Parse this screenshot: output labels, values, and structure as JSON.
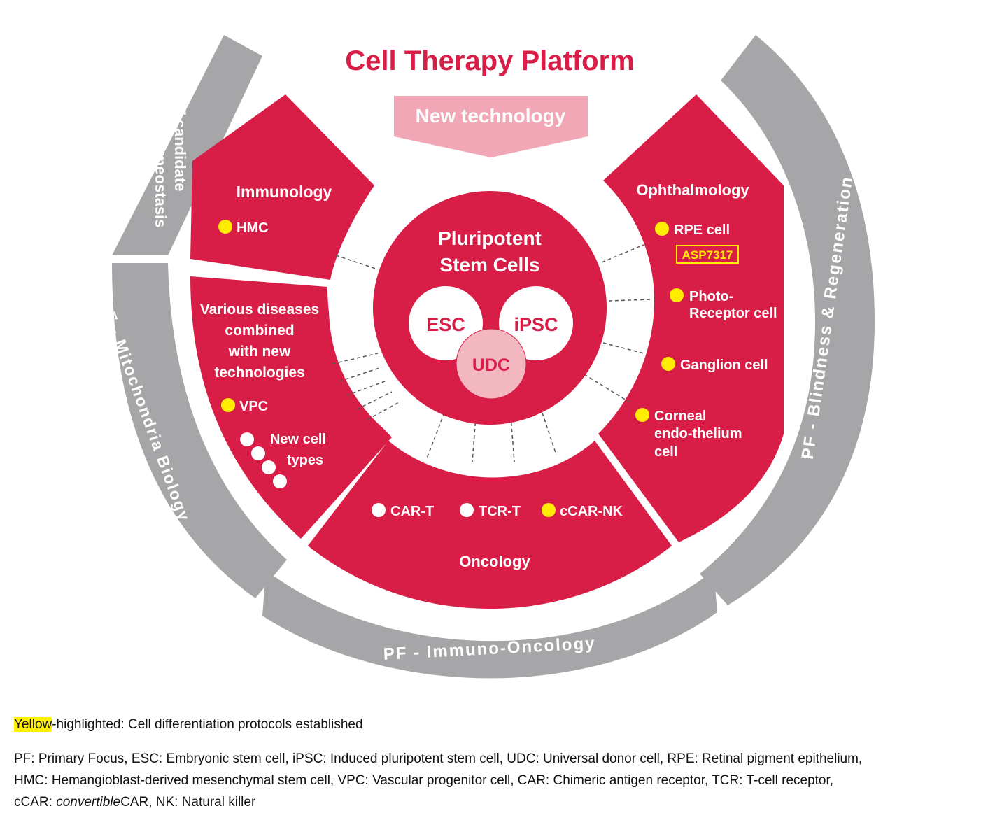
{
  "title": "Cell Therapy Platform",
  "new_technology": "New technology",
  "center": {
    "title_line1": "Pluripotent",
    "title_line2": "Stem Cells",
    "cells": [
      "ESC",
      "iPSC",
      "UDC"
    ]
  },
  "sectors": {
    "immunology": {
      "title": "Immunology",
      "items": [
        "HMC"
      ]
    },
    "various": {
      "title_lines": [
        "Various diseases",
        "combined",
        "with new",
        "technologies"
      ],
      "items": [
        "VPC"
      ],
      "new_cell_lines": [
        "New cell",
        "types"
      ]
    },
    "oncology": {
      "title": "Oncology",
      "items": [
        "CAR-T",
        "TCR-T",
        "cCAR-NK"
      ]
    },
    "ophthalmology": {
      "title": "Ophthalmology",
      "rpe": "RPE cell",
      "asp": "ASP7317",
      "photo_lines": [
        "Photo-",
        "Receptor cell"
      ],
      "ganglion": "Ganglion cell",
      "corneal_lines": [
        "Corneal",
        "endo-thelium",
        "cell"
      ]
    }
  },
  "outer_ring": {
    "immune_line1": "PF candidate",
    "immune_line2": "- Immune Homeostasis",
    "mito": "PF - Mitochondria Biology",
    "immuno_onc": "PF - Immuno-Oncology",
    "blind": "PF - Blindness & Regeneration"
  },
  "notes": {
    "highlight_word": "Yellow",
    "highlight_rest": "-highlighted: Cell differentiation protocols established",
    "line1": "PF: Primary Focus, ESC: Embryonic stem cell, iPSC: Induced pluripotent stem cell, UDC: Universal donor cell, RPE: Retinal pigment epithelium,",
    "line2": "HMC: Hemangioblast-derived mesenchymal stem cell, VPC: Vascular progenitor cell, CAR: Chimeric antigen receptor, TCR: T-cell receptor,",
    "line3_a": "cCAR: ",
    "line3_em": "convertible",
    "line3_b": "CAR, NK: Natural killer"
  },
  "colors": {
    "crimson": "#d81d47",
    "gray": "#a6a6a8",
    "pink": "#f1a7b5",
    "yellow": "#ffec00",
    "udc_fill": "#f3b7c1",
    "dash": "#555555"
  },
  "legend": {
    "yellow_dot": "Cell differentiation protocols established"
  }
}
